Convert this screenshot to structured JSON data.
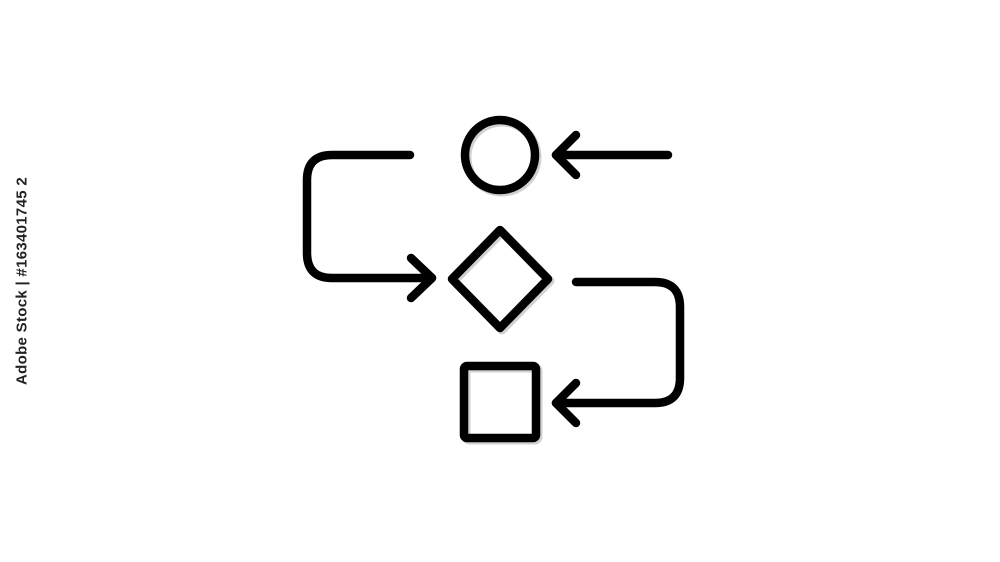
{
  "image": {
    "watermark_text": "Adobe Stock | #163401745 2",
    "watermark_id_label": "Adobe Stock | #163401745 2",
    "icon_subject": "flowchart-icon",
    "stroke_color": "#000000",
    "background_color": "#ffffff"
  },
  "diagram": {
    "nodes": [
      {
        "id": "start",
        "shape": "circle"
      },
      {
        "id": "decision",
        "shape": "diamond"
      },
      {
        "id": "process",
        "shape": "square"
      }
    ],
    "edges": [
      {
        "from": "external",
        "to": "start",
        "style": "arrow"
      },
      {
        "from": "start",
        "to": "decision",
        "style": "arrow"
      },
      {
        "from": "decision",
        "to": "process",
        "style": "arrow"
      }
    ]
  }
}
